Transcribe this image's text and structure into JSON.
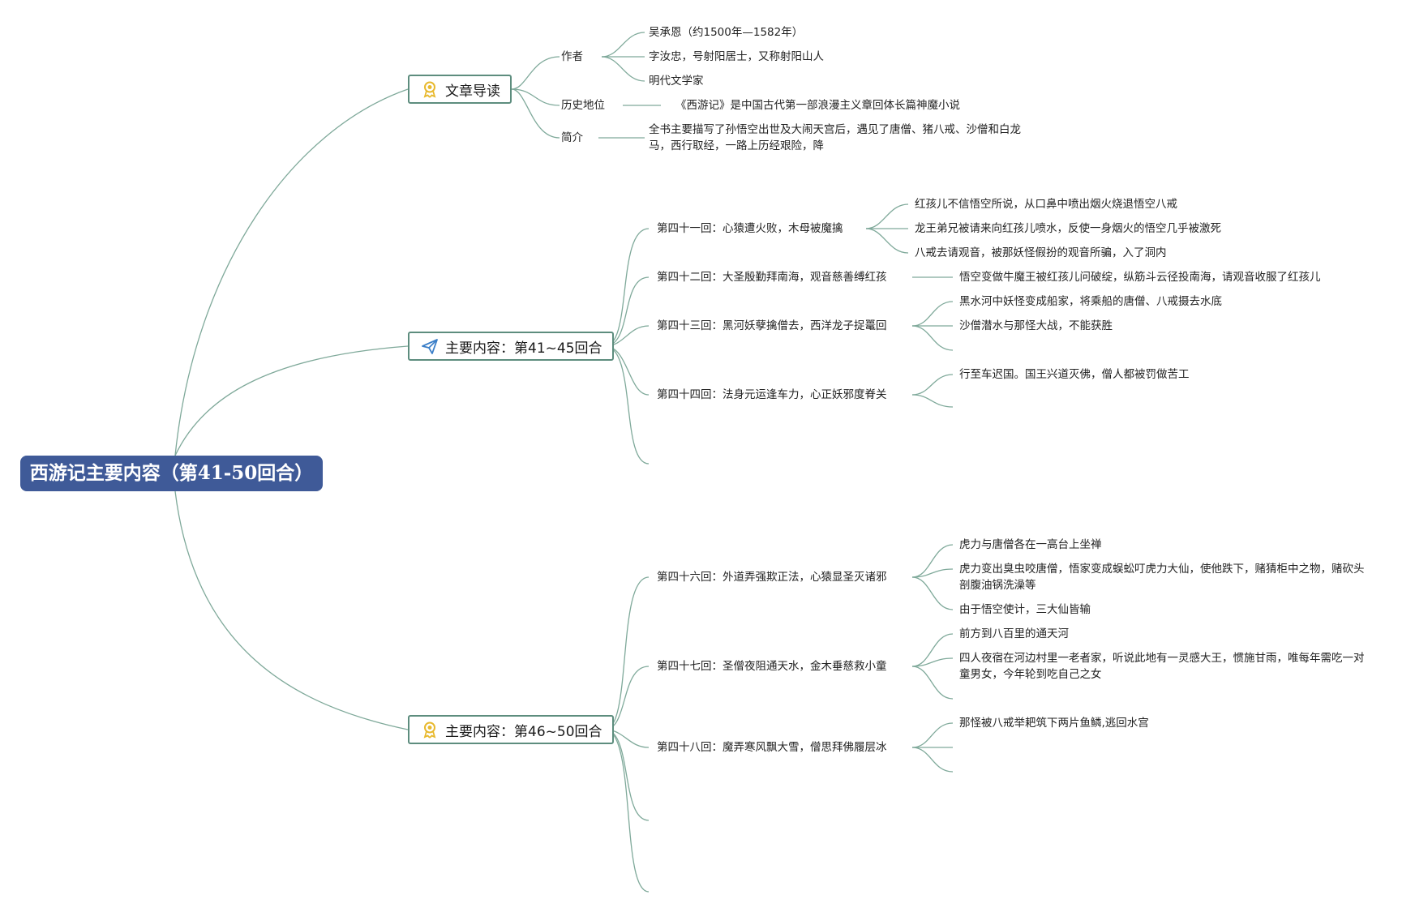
{
  "root": "西游记主要内容（第41-50回合）",
  "colors": {
    "root_fill": "#3f5a98",
    "branch_border": "#5d8d7e",
    "line": "#7fa99a",
    "icon_gold": "#e8b92e",
    "icon_blue": "#3a7ec8"
  },
  "branches": [
    {
      "title": "文章导读",
      "icon": "award-ribbon-icon",
      "topics": [
        {
          "label": "作者",
          "items": [
            "吴承恩（约1500年—1582年）",
            "字汝忠，号射阳居士，又称射阳山人",
            "明代文学家"
          ]
        },
        {
          "label": "历史地位",
          "items": [
            "《西游记》是中国古代第一部浪漫主义章回体长篇神魔小说"
          ]
        },
        {
          "label": "简介",
          "items": [
            "全书主要描写了孙悟空出世及大闹天宫后，遇见了唐僧、猪八戒、沙僧和白龙马，西行取经，一路上历经艰险，降"
          ]
        }
      ]
    },
    {
      "title": "主要内容：第41~45回合",
      "icon": "paper-plane-icon",
      "topics": [
        {
          "label": "第四十一回：心猿遭火败，木母被魔擒",
          "items": [
            "红孩儿不信悟空所说，从口鼻中喷出烟火烧退悟空八戒",
            "龙王弟兄被请来向红孩儿喷水，反使一身烟火的悟空几乎被激死",
            "八戒去请观音，被那妖怪假扮的观音所骗，入了洞内"
          ]
        },
        {
          "label": "第四十二回：大圣殷勤拜南海，观音慈善缚红孩",
          "items": [
            "悟空变做牛魔王被红孩儿问破绽，纵筋斗云径投南海，请观音收服了红孩儿"
          ]
        },
        {
          "label": "第四十三回：黑河妖孽擒僧去，西洋龙子捉鼍回",
          "items": [
            "黑水河中妖怪变成船家，将乘船的唐僧、八戒摄去水底",
            "沙僧潜水与那怪大战，不能获胜"
          ]
        },
        {
          "label": "第四十四回：法身元运逢车力，心正妖邪度脊关",
          "items": [
            "行至车迟国。国王兴道灭佛，僧人都被罚做苦工"
          ]
        }
      ]
    },
    {
      "title": "主要内容：第46~50回合",
      "icon": "award-ribbon-icon",
      "topics": [
        {
          "label": "第四十六回：外道弄强欺正法，心猿显圣灭诸邪",
          "items": [
            "虎力与唐僧各在一高台上坐禅",
            "虎力变出臭虫咬唐僧，悟家变成蜈蚣叮虎力大仙，使他跌下，赌猜柜中之物，赌砍头剖腹油锅洗澡等",
            "由于悟空使计，三大仙皆输"
          ]
        },
        {
          "label": "第四十七回：圣僧夜阻通天水，金木垂慈救小童",
          "items": [
            "前方到八百里的通天河",
            "四人夜宿在河边村里一老者家，听说此地有一灵感大王，惯施甘雨，唯每年需吃一对童男女，今年轮到吃自己之女"
          ]
        },
        {
          "label": "第四十八回：魔弄寒风飘大雪，僧思拜佛履层冰",
          "items": [
            "那怪被八戒举耙筑下两片鱼鳞,逃回水宫"
          ]
        }
      ]
    }
  ]
}
